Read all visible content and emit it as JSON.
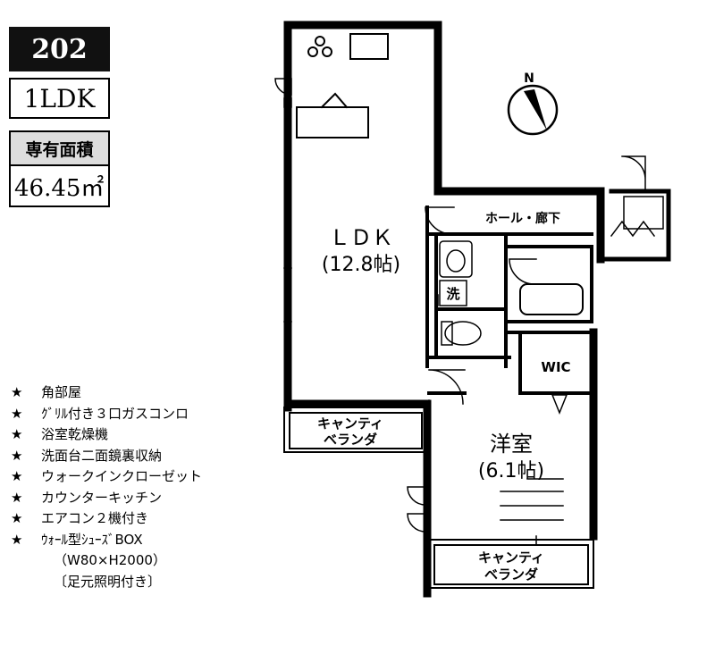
{
  "header": {
    "unit_number": "202",
    "layout_type": "1LDK",
    "area_label": "専有面積",
    "area_value": "46.45㎡"
  },
  "features": [
    {
      "mark": "★",
      "text": "角部屋"
    },
    {
      "mark": "★",
      "text": "ｸﾞﾘﾙ付き３口ガスコンロ"
    },
    {
      "mark": "★",
      "text": "浴室乾燥機"
    },
    {
      "mark": "★",
      "text": "洗面台二面鏡裏収納"
    },
    {
      "mark": "★",
      "text": "ウォークインクローゼット"
    },
    {
      "mark": "★",
      "text": "カウンターキッチン"
    },
    {
      "mark": "★",
      "text": "エアコン２機付き"
    },
    {
      "mark": "★",
      "text": "ｳｫｰﾙ型ｼｭｰｽﾞBOX"
    }
  ],
  "feature_notes": [
    "（W80×H2000）",
    "〔足元照明付き〕"
  ],
  "compass": {
    "letter": "N"
  },
  "rooms": {
    "ldk_name": "ＬＤＫ",
    "ldk_size": "(12.8帖)",
    "hall": "ホール・廊下",
    "washroom": "洗",
    "wic": "WIC",
    "western_name": "洋室",
    "western_size": "(6.1帖)",
    "balcony1_line1": "キャンティ",
    "balcony1_line2": "ベランダ",
    "balcony2_line1": "キャンティ",
    "balcony2_line2": "ベランダ"
  }
}
